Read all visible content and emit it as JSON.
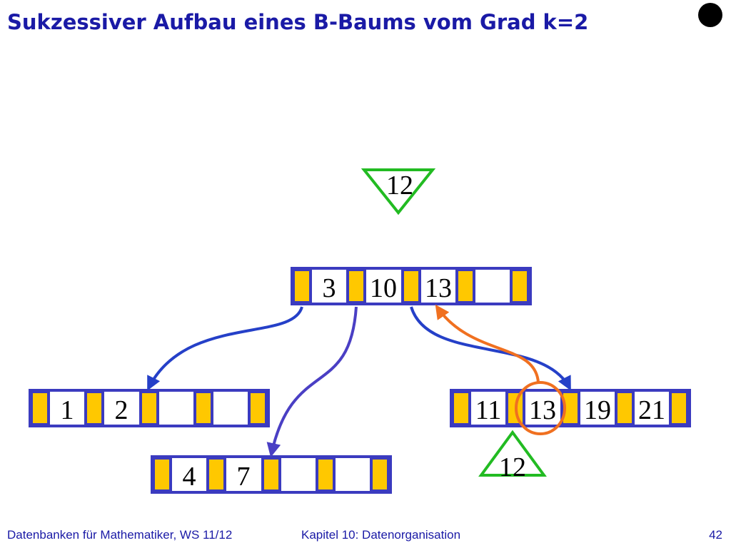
{
  "title": "Sukzessiver Aufbau eines B-Baums vom Grad k=2",
  "insert_key_top": "12",
  "insert_key_bottom": "12",
  "nodes": {
    "root": [
      "3",
      "10",
      "13",
      "",
      ""
    ],
    "leaf_a": [
      "1",
      "2",
      "",
      "",
      ""
    ],
    "leaf_b": [
      "4",
      "7",
      "",
      "",
      ""
    ],
    "leaf_c": [
      "11",
      "13",
      "19",
      "21",
      ""
    ]
  },
  "colors": {
    "title": "#1a1aa6",
    "node_border": "#3b3bbf",
    "pointer_fill": "#ffc800",
    "pointer_arrow": "#2540c8",
    "middle_arrow": "#4a3fc4",
    "compare_arrow": "#f07020",
    "insert_triangle": "#22bb22"
  },
  "footer": {
    "left": "Datenbanken für Mathematiker, WS 11/12",
    "center": "Kapitel 10: Datenorganisation",
    "page": "42"
  }
}
